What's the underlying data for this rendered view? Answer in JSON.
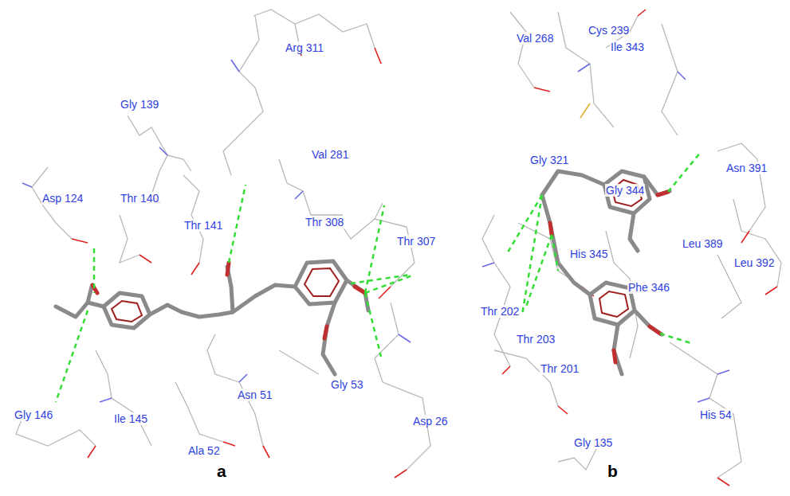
{
  "diagram": {
    "labels": [
      "Arg 311",
      "Gly 139",
      "Val 281",
      "Asp 124",
      "Thr 140",
      "Thr 141",
      "Thr 308",
      "Thr 307",
      "Gly 53",
      "Asp 26",
      "Asn 51",
      "Ala 52",
      "Ile 145",
      "Gly 146",
      "Val 268",
      "Cys 239",
      "Ile 343",
      "Gly 321",
      "Gly 344",
      "Asn 391",
      "Leu 389",
      "His 345",
      "Leu 392",
      "Thr 202",
      "Thr 203",
      "Phe 346",
      "Thr 201",
      "His 54",
      "Gly 135",
      "a",
      "b"
    ]
  }
}
